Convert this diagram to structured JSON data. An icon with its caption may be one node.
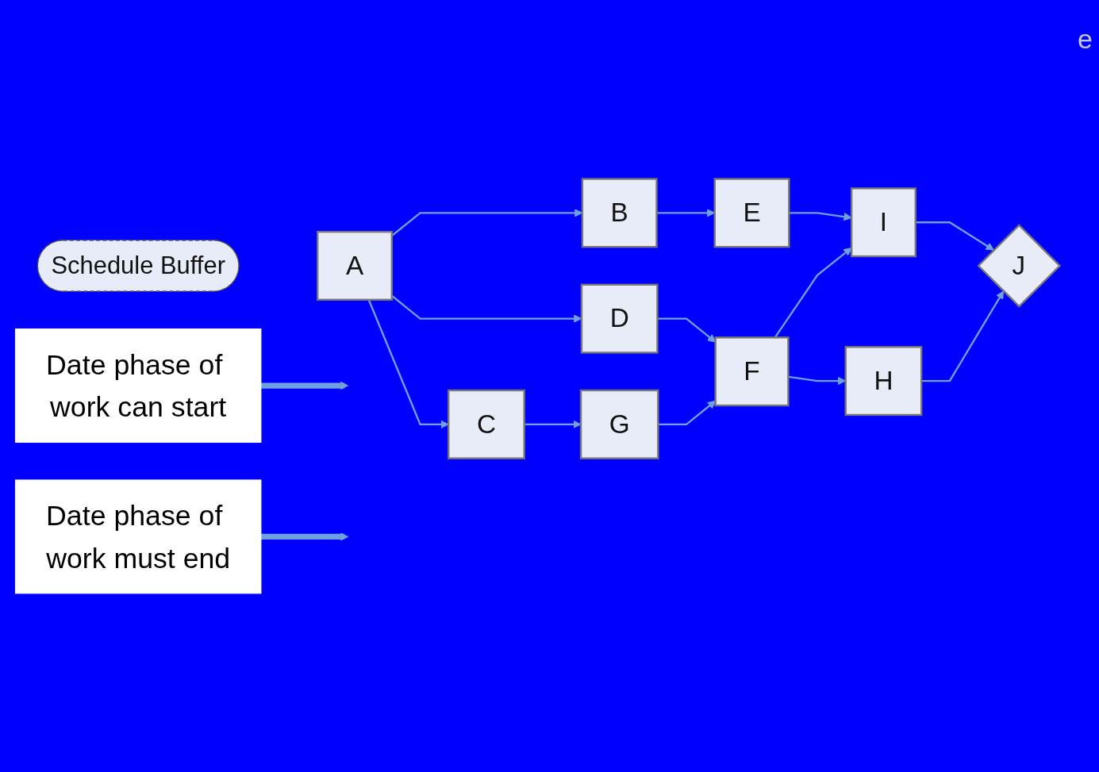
{
  "diagram": {
    "nodes": [
      {
        "text": [
          "Date phase of work can start"
        ]
      },
      {
        "text": [
          "Date phase of work must end"
        ]
      },
      {
        "text": [
          "Schedule Buffer"
        ]
      },
      {
        "text": [
          "A"
        ]
      },
      {
        "text": [
          "B"
        ]
      },
      {
        "text": [
          "C"
        ]
      },
      {
        "text": [
          "D"
        ]
      },
      {
        "text": [
          "E"
        ]
      },
      {
        "text": [
          "F"
        ]
      },
      {
        "text": [
          "G"
        ]
      },
      {
        "text": [
          "H"
        ]
      },
      {
        "text": [
          "I"
        ]
      },
      {
        "text": [
          "J"
        ]
      }
    ],
    "edges": [
      {
        "from": 0,
        "to": null,
        "arrow": "to",
        "style": "thick"
      },
      {
        "from": 1,
        "to": null,
        "arrow": "to",
        "style": "thick"
      },
      {
        "from": 3,
        "to": 4,
        "arrow": "to"
      },
      {
        "from": 3,
        "to": 6,
        "arrow": "to"
      },
      {
        "from": 3,
        "to": 5,
        "arrow": "to"
      },
      {
        "from": 4,
        "to": 7,
        "arrow": "to"
      },
      {
        "from": 7,
        "to": 11,
        "arrow": "to"
      },
      {
        "from": 6,
        "to": 8,
        "arrow": "to"
      },
      {
        "from": 8,
        "to": 11,
        "arrow": "to"
      },
      {
        "from": 9,
        "to": 8,
        "arrow": "to"
      },
      {
        "from": 8,
        "to": 10,
        "arrow": "to"
      },
      {
        "from": 5,
        "to": 9,
        "arrow": "to"
      },
      {
        "from": 11,
        "to": 12,
        "arrow": "to"
      },
      {
        "from": 10,
        "to": 12,
        "arrow": "to"
      }
    ],
    "labels": [
      "e"
    ]
  }
}
